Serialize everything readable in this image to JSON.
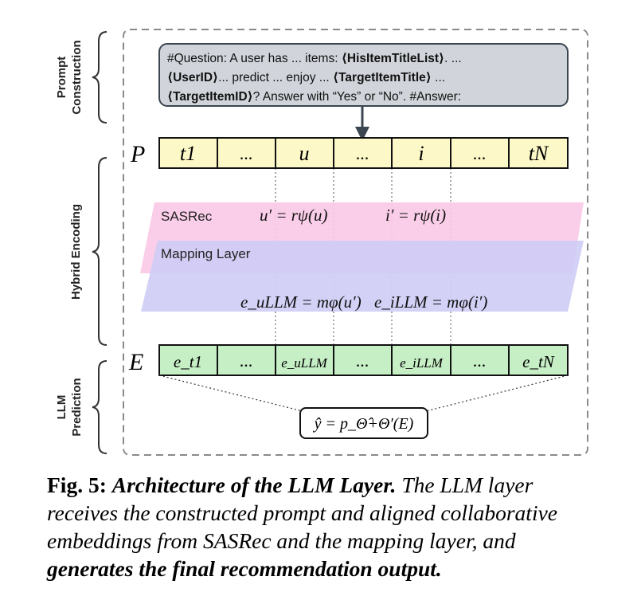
{
  "sections": {
    "prompt_line1": "Prompt",
    "prompt_line2": "Construction",
    "hybrid": "Hybrid Encoding",
    "llm_line1": "LLM",
    "llm_line2": "Prediction"
  },
  "prompt": {
    "line1_plain": "#Question: A user has ... items: ",
    "line1_bold": "⟨HisItemTitleList⟩",
    "line1_tail": ". ...",
    "line2_bold1": "⟨UserID⟩",
    "line2_plain1": "... predict ... enjoy ... ",
    "line2_bold2": "⟨TargetItemTitle⟩",
    "line2_tail": " ...",
    "line3_bold": "⟨TargetItemID⟩",
    "line3_plain": "? Answer with “Yes” or “No”. #Answer:"
  },
  "row_p": {
    "label": "P",
    "cells": [
      "t1",
      "...",
      "u",
      "...",
      "i",
      "...",
      "tN"
    ]
  },
  "encoding": {
    "sasrec_label": "SASRec",
    "mapping_label": "Mapping Layer",
    "sasrec_eq_user": "u′ = rψ(u)",
    "sasrec_eq_item": "i′ = rψ(i)",
    "map_eq_user": "e_uLLM = mφ(u′)",
    "map_eq_item": "e_iLLM = mφ(i′)"
  },
  "row_e": {
    "label": "E",
    "cells": [
      "e_t1",
      "...",
      "e_uLLM",
      "...",
      "e_iLLM",
      "...",
      "e_tN"
    ]
  },
  "prediction": {
    "formula": "ŷ = p_Θ̂+Θ′(E)"
  },
  "caption": {
    "label": "Fig. 5:",
    "title": "Architecture of the LLM Layer.",
    "text": " The LLM layer receives the constructed prompt and aligned collaborative embeddings from SASRec and the mapping layer, and ",
    "emph": "generates the final recommendation output."
  },
  "colors": {
    "prompt_fill": "#d1d5db",
    "token_fill": "#fdf8c8",
    "embed_fill": "#c6efc6",
    "sasrec_fill": "#f9c9e6",
    "mapping_fill": "#cfcdf5"
  }
}
